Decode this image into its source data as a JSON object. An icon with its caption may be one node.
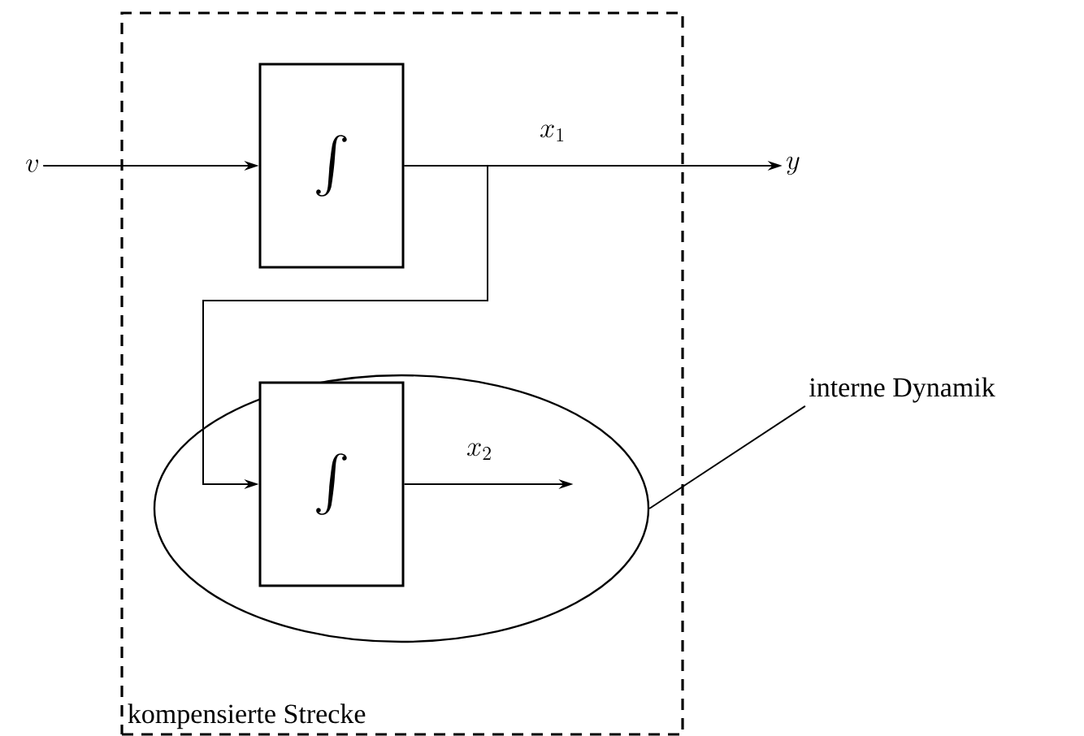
{
  "diagram": {
    "nodes": [
      {
        "text": [
          "kompensierte Strecke"
        ]
      },
      {
        "text": [
          "v"
        ]
      },
      {
        "text": [
          "\\int"
        ],
        "in": 0
      },
      {
        "text": [
          "y"
        ]
      },
      {
        "text": [],
        "shape": "ellipse",
        "in": 0
      },
      {
        "text": [
          "\\int"
        ],
        "in": 4
      },
      {
        "text": [
          "interne Dynamik"
        ]
      }
    ],
    "edges": [
      {
        "from": 1,
        "to": 2,
        "arrow": "to"
      },
      {
        "from": 2,
        "to": 3,
        "arrow": "to",
        "label": "x_1"
      },
      {
        "from": 2,
        "to": 5,
        "arrow": "to"
      },
      {
        "from": 5,
        "to": null,
        "arrow": "to",
        "label": "x_2"
      },
      {
        "from": 6,
        "to": 4,
        "arrow": "none"
      }
    ]
  }
}
